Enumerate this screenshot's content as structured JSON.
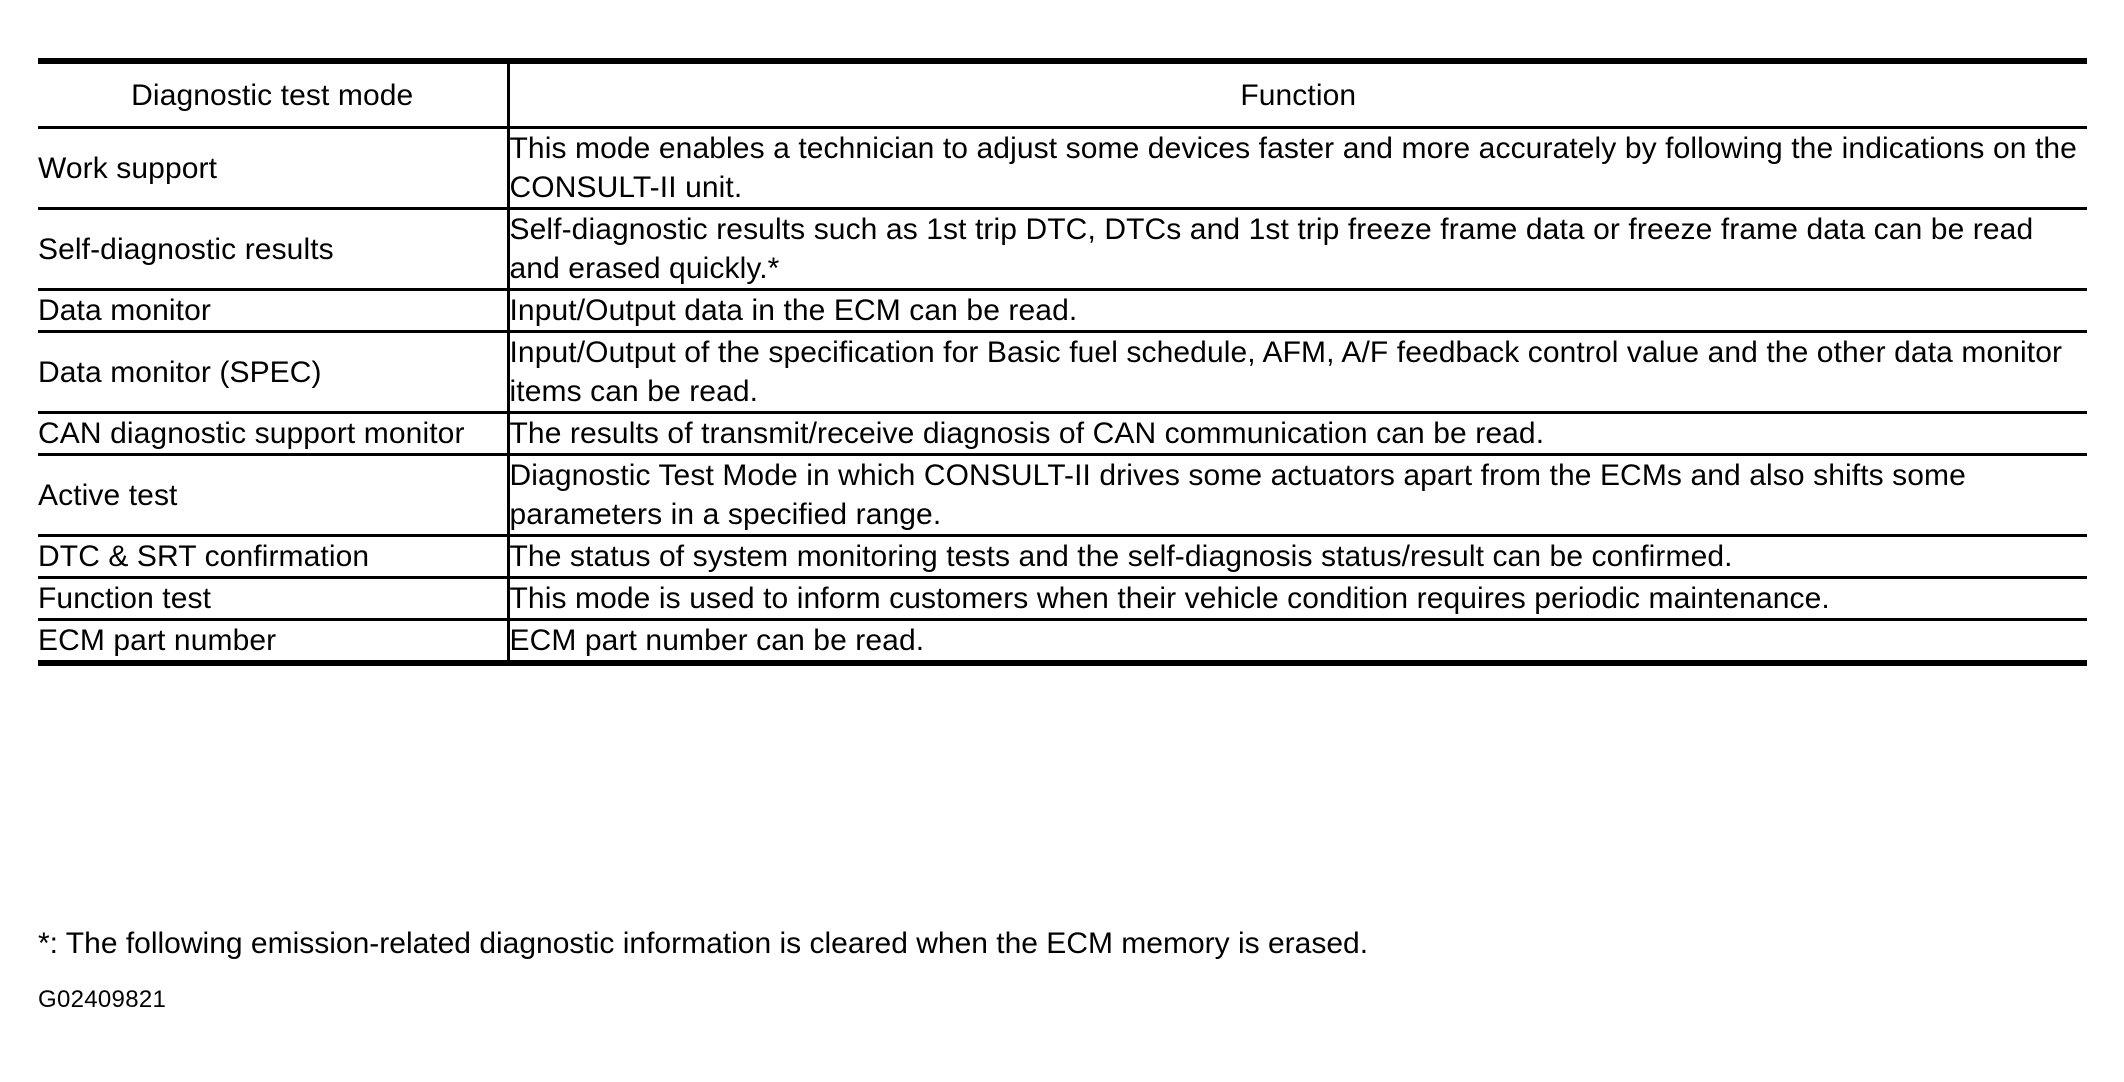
{
  "document": {
    "figure_id": "G02409821",
    "footnote": "*: The following emission-related diagnostic information is cleared when the ECM memory is erased."
  },
  "table": {
    "headers": {
      "mode": "Diagnostic test mode",
      "function": "Function"
    },
    "rows": [
      {
        "mode": "Work support",
        "function": "This mode enables a technician to adjust some devices faster and more accurately by following the indications on the CONSULT-II unit."
      },
      {
        "mode": "Self-diagnostic results",
        "function": "Self-diagnostic results such as 1st trip DTC, DTCs and 1st trip freeze frame data or freeze frame data can be read and erased quickly.*"
      },
      {
        "mode": "Data monitor",
        "function": "Input/Output data in the ECM can be read."
      },
      {
        "mode": "Data monitor (SPEC)",
        "function": "Input/Output of the specification for Basic fuel schedule, AFM, A/F feedback control value and the other data monitor items can be read."
      },
      {
        "mode": "CAN diagnostic support monitor",
        "function": "The results of transmit/receive diagnosis of CAN communication can be read."
      },
      {
        "mode": "Active test",
        "function": "Diagnostic Test Mode in which CONSULT-II drives some actuators apart from the ECMs and also shifts some parameters in a specified range."
      },
      {
        "mode": "DTC & SRT confirmation",
        "function": "The status of system monitoring tests and the self-diagnosis status/result can be confirmed."
      },
      {
        "mode": "Function test",
        "function": "This mode is used to inform customers when their vehicle condition requires periodic maintenance."
      },
      {
        "mode": "ECM part number",
        "function": "ECM part number can be read."
      }
    ]
  },
  "colors": {
    "text": "#000000",
    "rule": "#000000",
    "background": "#ffffff"
  }
}
